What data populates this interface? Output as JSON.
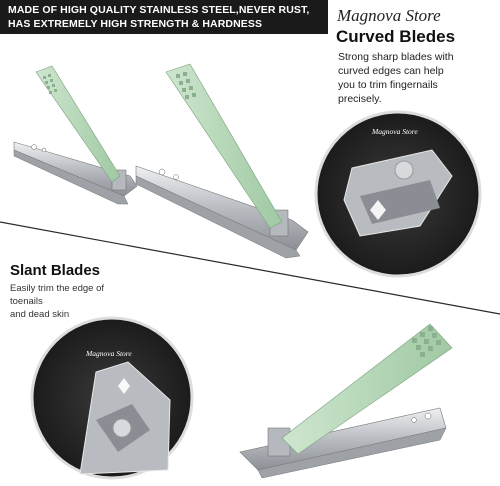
{
  "banner": {
    "line1": "MADE OF HIGH QUALITY STAINLESS STEEL,NEVER RUST,",
    "line2": "HAS EXTREMELY HIGH STRENGTH & HARDNESS"
  },
  "brand": "Magnova Store",
  "curved": {
    "title": "Curved Bledes",
    "line1": "Strong sharp blades with",
    "line2": "curved edges can help",
    "line3": "you to trim fingernails",
    "line4": "precisely."
  },
  "slant": {
    "title": "Slant Blades",
    "line1": "Easily trim the edge of toenails",
    "line2": "and dead skin"
  },
  "circle_brand_top": "Magnova Store",
  "circle_brand_bottom": "Magnova Store",
  "colors": {
    "banner": "#1a1a1a",
    "lever_green": "#b7d8b8",
    "steel": "#c9ccd0",
    "circle_bg": "#2b2b2b"
  }
}
